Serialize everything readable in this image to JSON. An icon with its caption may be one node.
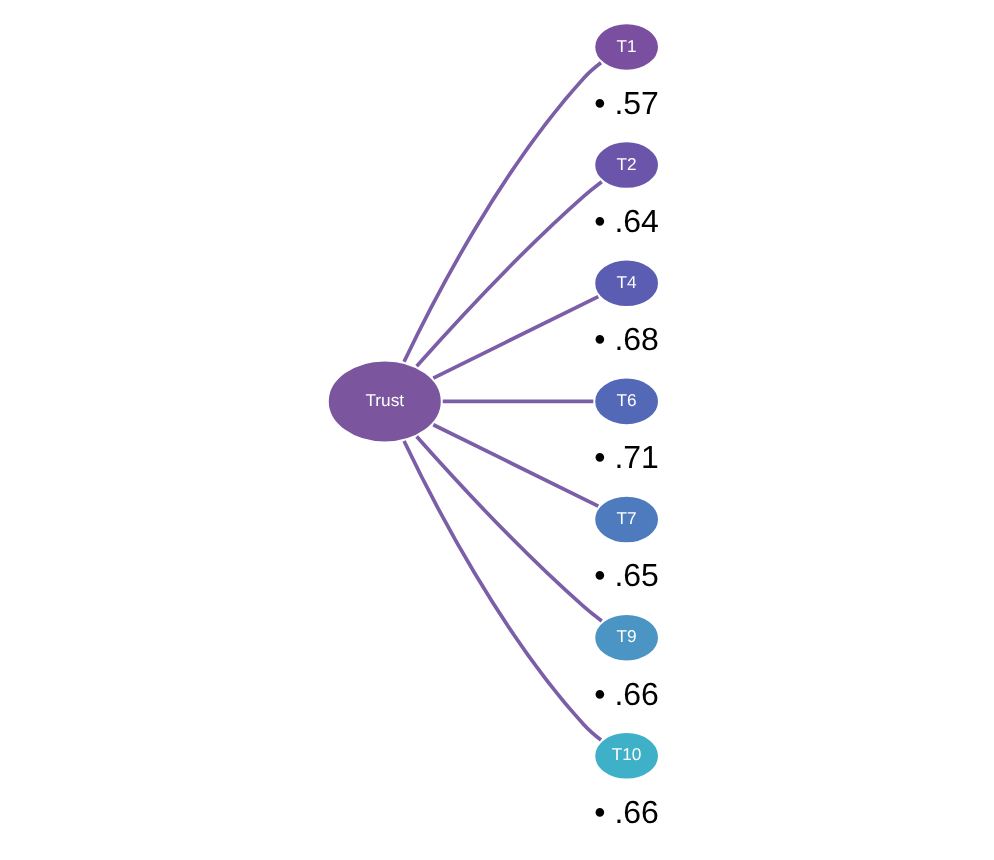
{
  "diagram": {
    "nodes": [
      {
        "text": [
          "Trust"
        ]
      },
      {
        "text": [
          "T1"
        ],
        "beside": [
          "• .57"
        ]
      },
      {
        "text": [
          "T2"
        ],
        "beside": [
          "• .64"
        ]
      },
      {
        "text": [
          "T4"
        ],
        "beside": [
          "• .68"
        ]
      },
      {
        "text": [
          "T6"
        ],
        "beside": [
          "• .71"
        ]
      },
      {
        "text": [
          "T7"
        ],
        "beside": [
          "• .65"
        ]
      },
      {
        "text": [
          "T9"
        ],
        "beside": [
          "• .66"
        ]
      },
      {
        "text": [
          "T10"
        ],
        "beside": [
          "• .66"
        ]
      }
    ],
    "edges": [
      {
        "from": 0,
        "to": 1,
        "arrow": "none"
      },
      {
        "from": 0,
        "to": 2,
        "arrow": "none"
      },
      {
        "from": 0,
        "to": 3,
        "arrow": "none"
      },
      {
        "from": 0,
        "to": 4,
        "arrow": "none"
      },
      {
        "from": 0,
        "to": 5,
        "arrow": "none"
      },
      {
        "from": 0,
        "to": 6,
        "arrow": "none"
      },
      {
        "from": 0,
        "to": 7,
        "arrow": "none"
      }
    ]
  }
}
